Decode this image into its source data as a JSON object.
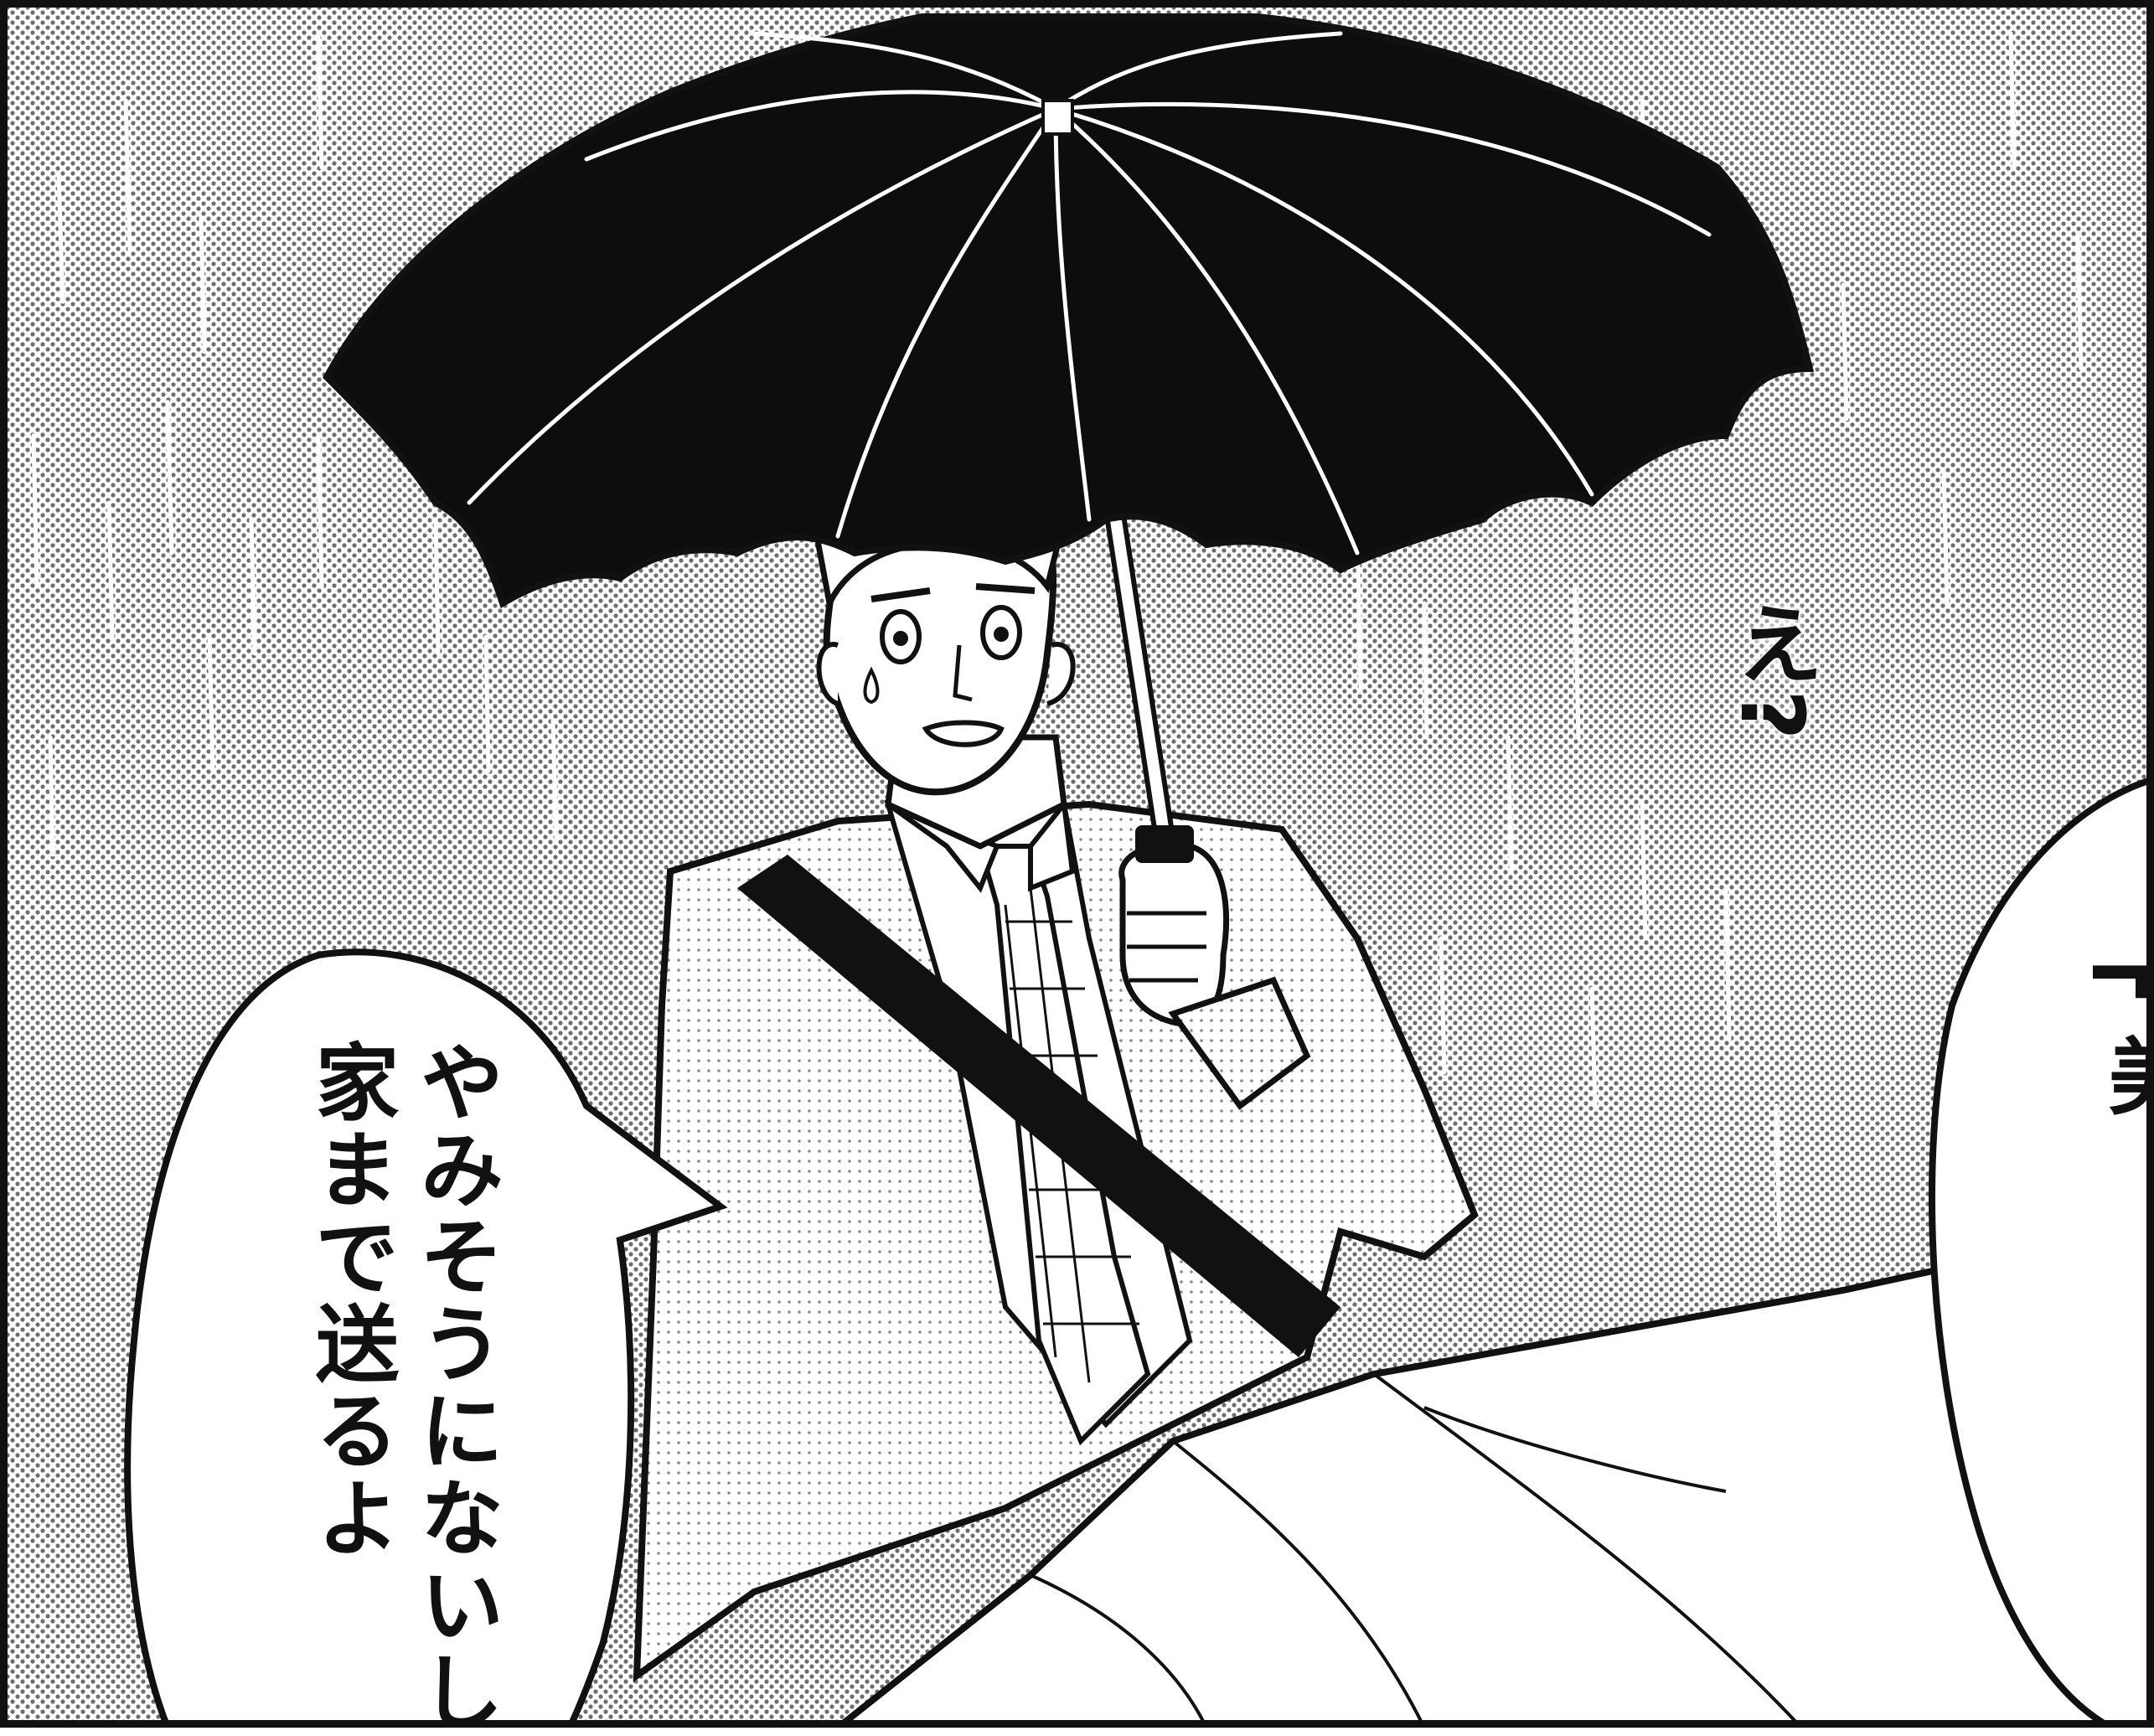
{
  "speech_bubble": {
    "line1": "やみそうにないし",
    "line2": "家まで送るよ"
  },
  "sound_effect": {
    "text": "え?"
  },
  "right_bubble": {
    "text": "┣ 美"
  },
  "colors": {
    "ink": "#111111",
    "paper": "#ffffff",
    "tone": "#9a9a9a"
  }
}
